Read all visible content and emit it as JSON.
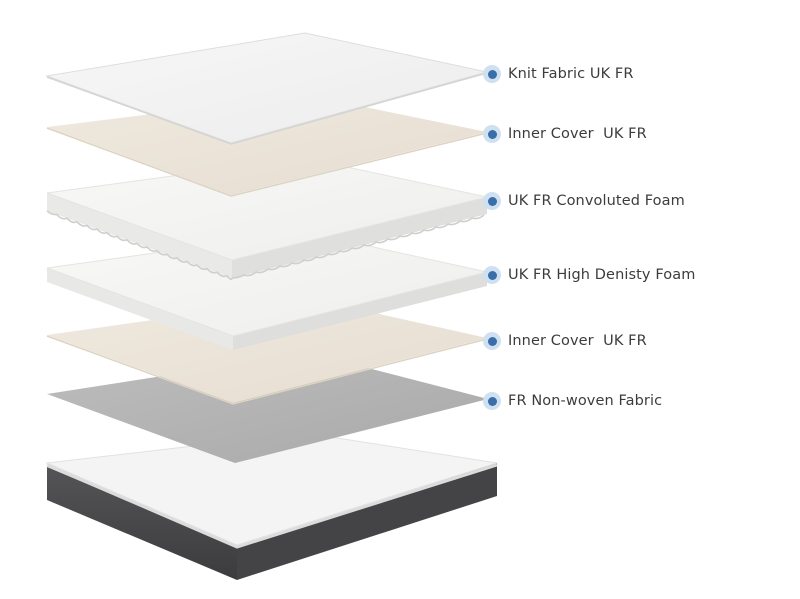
{
  "layers": [
    {
      "label": "Knit Fabric UK FR"
    },
    {
      "label": "Inner Cover  UK FR"
    },
    {
      "label": "UK FR Convoluted Foam"
    },
    {
      "label": "UK FR High Denisty Foam"
    },
    {
      "label": "Inner Cover  UK FR"
    },
    {
      "label": "FR Non-woven Fabric"
    }
  ],
  "colors": {
    "knit_fabric": "#f3f3f3",
    "inner_cover": "#efe9df",
    "foam": "#f5f5f4",
    "non_woven": "#b4b4b4",
    "mattress_top": "#f4f4f4",
    "mattress_side": "#4a4a4c",
    "callout_dot": "#3a6ea8",
    "callout_halo": "#cfe0f0"
  }
}
